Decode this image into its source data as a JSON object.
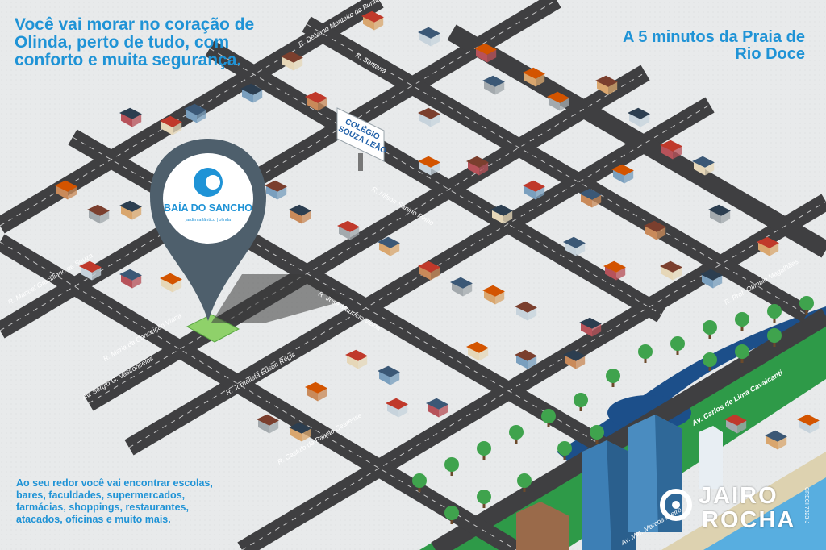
{
  "headline": "Você vai morar no coração de Olinda, perto de tudo, com conforto e muita segurança.",
  "subhead": "A 5 minutos da Praia de Rio Doce",
  "bottom_text": "Ao seu redor você vai encontrar escolas, bares, faculdades, supermercados, farmácias, shoppings, restaurantes, atacados, oficinas e muito mais.",
  "pin": {
    "brand": "BAÍA DO SANCHO",
    "tagline": "jardim atlântico | olinda",
    "logo_letter": "C"
  },
  "landmarks": {
    "school_line1": "COLÉGIO",
    "school_line2": "SOUZA LEÃO"
  },
  "streets": {
    "s1": "R. Deivano Monteiro da Purificação",
    "s2": "R. Santana",
    "s3": "R. Nilson Sabino Pinho",
    "s4": "R. Manoel Gracilliano de Souza",
    "s5": "R. Maria da Conceição Viana",
    "s6": "R. José Maurício Viana",
    "s7": "R. Prof. Olímpio Magalhães",
    "s8": "R. Jornalista Édson Régis",
    "s9": "Av. Sergio G. Vasconcelos",
    "s10": "R. Castulo da Paixão Cearense",
    "s11": "Av. Carlos de Lima Cavalcanti",
    "s12": "Av. Min. Marcos Freire"
  },
  "credits": {
    "name_line1": "JAIRO",
    "name_line2": "ROCHA",
    "creci": "CRECI 7823-J"
  },
  "colors": {
    "accent": "#1f93d6",
    "pin": "#4e5f6c",
    "road": "#3f3f41",
    "park": "#2e9a48",
    "river": "#1c4f8a",
    "sea": "#58aee0",
    "background": "#e9ebec"
  }
}
